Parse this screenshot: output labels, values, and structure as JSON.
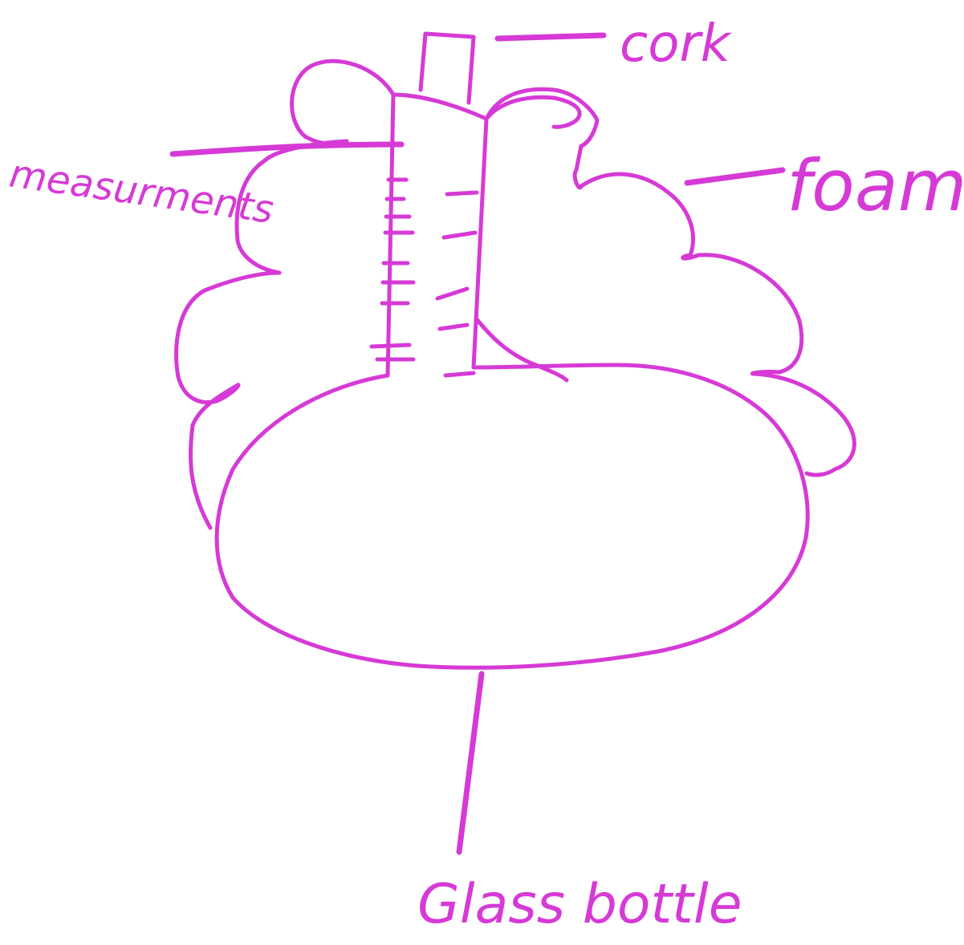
{
  "labels": {
    "cork": "cork",
    "foam": "foam",
    "measurements": "measurments",
    "glass_bottle": "Glass bottle"
  },
  "colors": {
    "ink": "#d63ad6",
    "background": "#ffffff"
  }
}
